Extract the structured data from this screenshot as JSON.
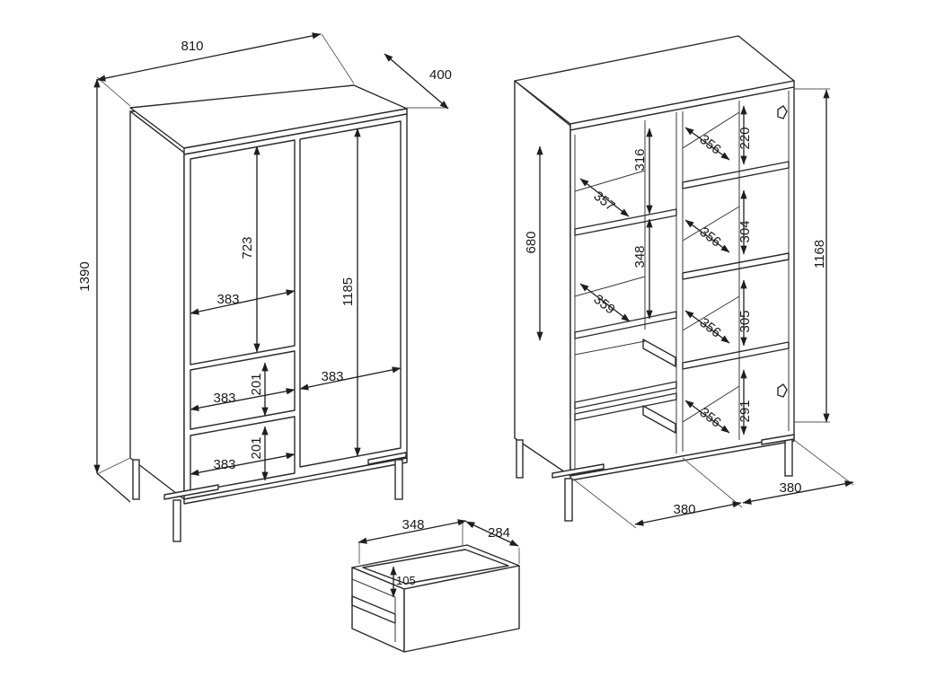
{
  "labels": {
    "width_810": "810",
    "depth_400": "400",
    "height_1390": "1390",
    "height_723": "723",
    "width_383_door": "383",
    "height_1185": "1185",
    "width_383_right": "383",
    "width_383_drawer1": "383",
    "height_201_drawer1": "201",
    "width_383_drawer2": "383",
    "height_201_drawer2": "201",
    "height_680": "680",
    "height_316": "316",
    "depth_357": "357",
    "height_348": "348",
    "depth_359": "359",
    "height_1168": "1168",
    "depth_356_a": "356",
    "height_220": "220",
    "depth_356_b": "356",
    "height_304": "304",
    "depth_356_c": "356",
    "height_305": "305",
    "depth_356_d": "356",
    "height_291": "291",
    "width_380_left": "380",
    "width_380_right": "380",
    "drawer_width_348": "348",
    "drawer_depth_284": "284",
    "drawer_height_105": "105"
  }
}
